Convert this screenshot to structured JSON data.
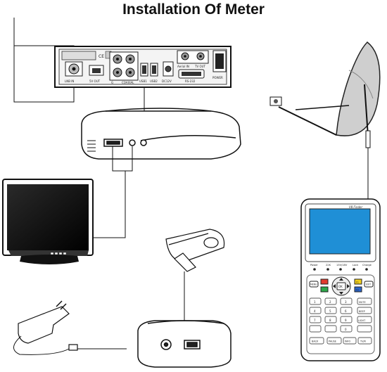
{
  "title": "Installation Of Meter",
  "receiver": {
    "ports": [
      "LNB IN",
      "5V OUT",
      "G",
      "COAXIAL",
      "USB1",
      "USB2",
      "DC12V",
      "POWER"
    ],
    "rs232": "RS-232",
    "aerial_in": "Aerial IN",
    "tv_out": "TV OUT",
    "ce_mark": "CE"
  },
  "finder": {
    "brand": "V8 Finder",
    "indicators": [
      "Power",
      "22K",
      "13V/18V",
      "Lock",
      "Charge"
    ],
    "keys": {
      "menu": "MENU",
      "exit": "EXIT",
      "ok": "OK",
      "f1": "F1",
      "f2": "F2",
      "mute": "MUTE",
      "beep": "BEEP",
      "light": "LIGHT",
      "back": "BACK",
      "pause": "PAUSE",
      "info": "INFO",
      "tvr": "TV/R",
      "digits": [
        "1",
        "2",
        "3",
        "4",
        "5",
        "6",
        "7",
        "8",
        "9",
        "0"
      ]
    }
  }
}
